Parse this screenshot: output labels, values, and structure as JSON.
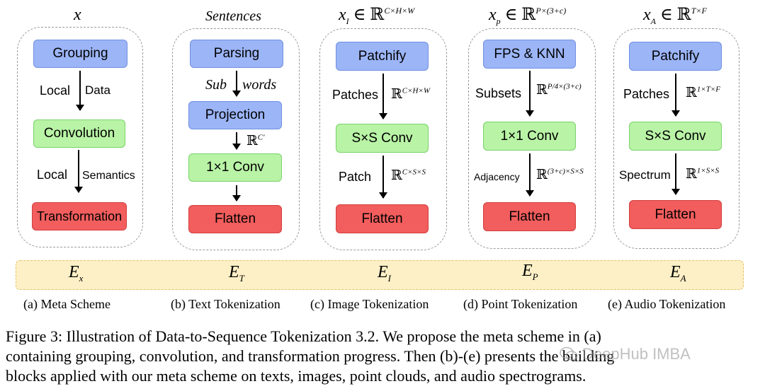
{
  "columns": [
    {
      "title_main": "x",
      "title_sub": "",
      "title_sup": "",
      "title_prefix": "",
      "title_is_text": false,
      "boxes": [
        "Grouping",
        "Convolution",
        "Transformation"
      ],
      "arrow1_left": "Local",
      "arrow1_right": "Data",
      "arrow2_left": "Local",
      "arrow2_right": "Semantics",
      "embedding_main": "E",
      "embedding_sub": "x",
      "caption": "(a) Meta Scheme"
    },
    {
      "title_text": "Sentences",
      "boxes": [
        "Parsing",
        "Projection",
        "1×1 Conv",
        "Flatten"
      ],
      "arrow1_left": "Sub",
      "arrow1_right": "words",
      "arrow2_math_base": "ℝ",
      "arrow2_math_sup": "C′",
      "embedding_main": "E",
      "embedding_sub": "T",
      "caption": "(b) Text Tokenization"
    },
    {
      "title_main": "x",
      "title_sub": "I",
      "title_rel": "∈ ℝ",
      "title_sup": "C×H×W",
      "boxes": [
        "Patchify",
        "S×S Conv",
        "Flatten"
      ],
      "arrow1_label": "Patches",
      "arrow1_math_base": "ℝ",
      "arrow1_math_sup": "C×H×W",
      "arrow2_label": "Patch",
      "arrow2_math_base": "ℝ",
      "arrow2_math_sup": "C×S×S",
      "embedding_main": "E",
      "embedding_sub": "I",
      "caption": "(c) Image Tokenization"
    },
    {
      "title_main": "x",
      "title_sub": "p",
      "title_rel": "∈ ℝ",
      "title_sup": "P×(3+c)",
      "boxes": [
        "FPS & KNN",
        "1×1 Conv",
        "Flatten"
      ],
      "arrow1_label": "Subsets",
      "arrow1_math_base": "ℝ",
      "arrow1_math_sup": "P/4×(3+c)",
      "arrow2_label": "Adjacency",
      "arrow2_math_base": "ℝ",
      "arrow2_math_sup": "(3+c)×S×S",
      "embedding_main": "E",
      "embedding_sub": "P",
      "caption": "(d) Point Tokenization"
    },
    {
      "title_main": "x",
      "title_sub": "A",
      "title_rel": "∈ ℝ",
      "title_sup": "T×F",
      "boxes": [
        "Patchify",
        "S×S Conv",
        "Flatten"
      ],
      "arrow1_label": "Patches",
      "arrow1_math_base": "ℝ",
      "arrow1_math_sup": "1×T×F",
      "arrow2_label": "Spectrum",
      "arrow2_math_base": "ℝ",
      "arrow2_math_sup": "1×S×S",
      "embedding_main": "E",
      "embedding_sub": "A",
      "caption": "(e) Audio Tokenization"
    }
  ],
  "figure_caption": [
    "Figure 3: Illustration of Data-to-Sequence Tokenization 3.2. We propose the meta scheme in (a)",
    "containing grouping, convolution, and transformation progress. Then (b)-(e) presents the building",
    "blocks applied with our meta scheme on texts, images, point clouds, and audio spectrograms."
  ],
  "watermark": "DeepHub IMBA",
  "colors": {
    "blue": "#9cb5f7",
    "green": "#b9f3a6",
    "red": "#f25d5d",
    "band": "#fdf0c6"
  }
}
